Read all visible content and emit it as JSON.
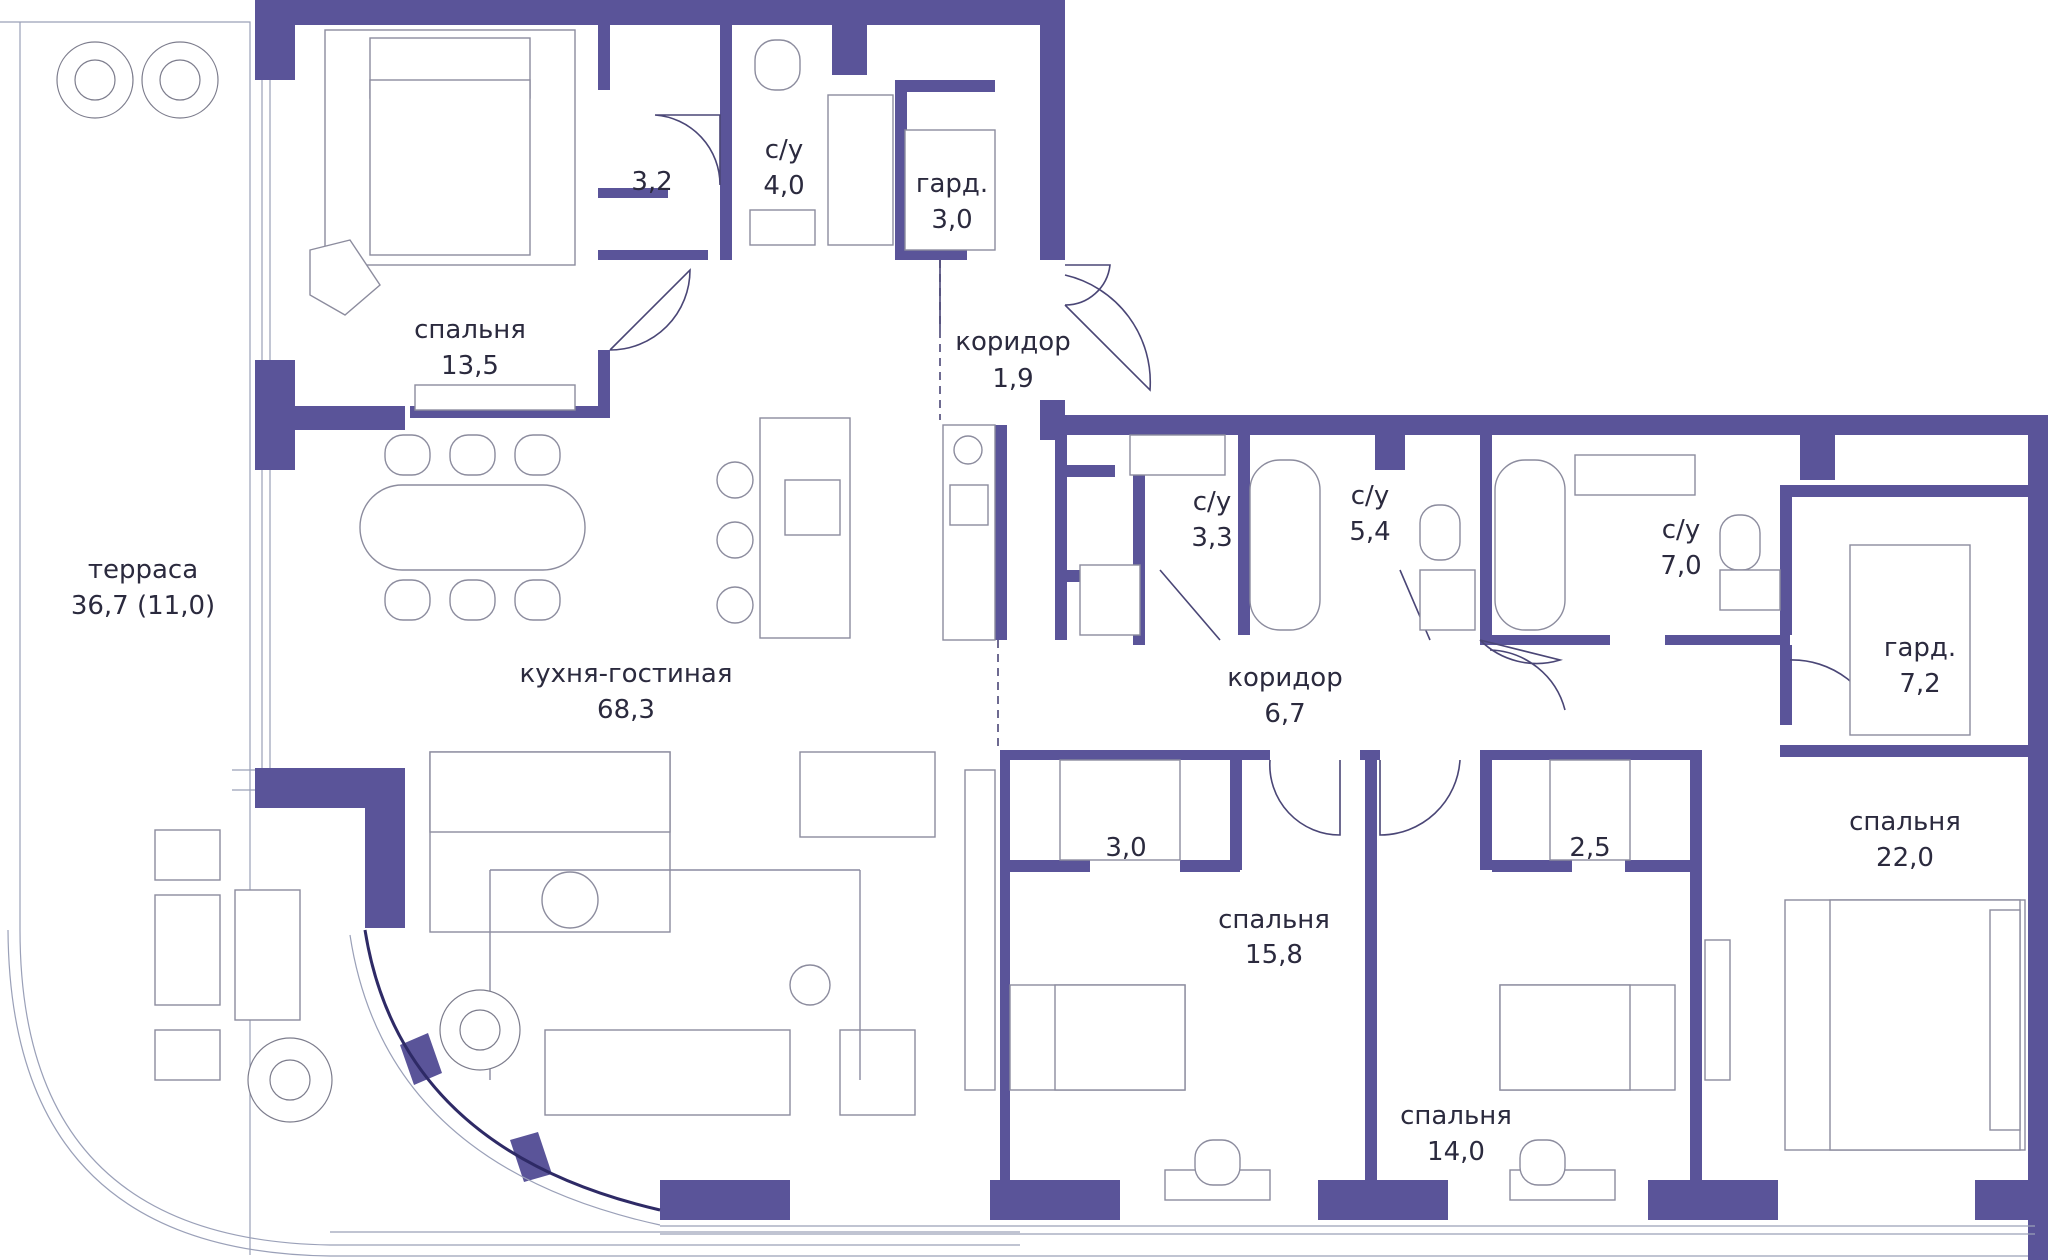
{
  "plan": {
    "rooms": [
      {
        "id": "terrace",
        "name": "терраса",
        "area": "36,7 (11,0)"
      },
      {
        "id": "bedroom-1",
        "name": "спальня",
        "area": "13,5"
      },
      {
        "id": "closet-1",
        "name": "",
        "area": "3,2"
      },
      {
        "id": "bath-1",
        "name": "с/у",
        "area": "4,0"
      },
      {
        "id": "wardrobe-1",
        "name": "гард.",
        "area": "3,0"
      },
      {
        "id": "corridor-1",
        "name": "коридор",
        "area": "1,9"
      },
      {
        "id": "kitchen-living",
        "name": "кухня-гостиная",
        "area": "68,3"
      },
      {
        "id": "bath-2",
        "name": "с/у",
        "area": "3,3"
      },
      {
        "id": "bath-3",
        "name": "с/у",
        "area": "5,4"
      },
      {
        "id": "bath-4",
        "name": "с/у",
        "area": "7,0"
      },
      {
        "id": "wardrobe-2",
        "name": "гард.",
        "area": "7,2"
      },
      {
        "id": "corridor-2",
        "name": "коридор",
        "area": "6,7"
      },
      {
        "id": "closet-2",
        "name": "",
        "area": "3,0"
      },
      {
        "id": "closet-3",
        "name": "",
        "area": "2,5"
      },
      {
        "id": "bedroom-2",
        "name": "спальня",
        "area": "15,8"
      },
      {
        "id": "bedroom-3",
        "name": "спальня",
        "area": "14,0"
      },
      {
        "id": "bedroom-4",
        "name": "спальня",
        "area": "22,0"
      }
    ],
    "colors": {
      "wall": "#5a5499",
      "wall_outline": "#2e2a66",
      "furniture": "#8c8c9e",
      "text": "#2b2a3e"
    }
  }
}
